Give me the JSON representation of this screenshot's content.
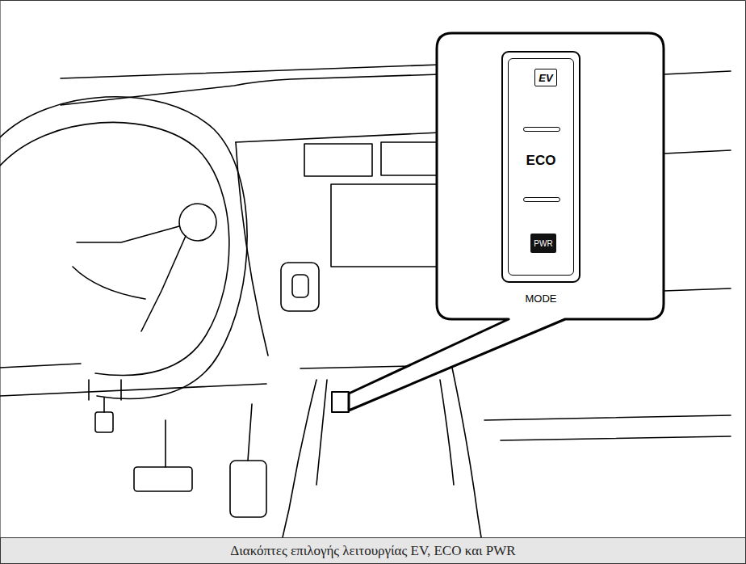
{
  "diagram": {
    "caption": "Διακόπτες επιλογής λειτουργίας EV, ECO και PWR",
    "nodes": [
      {
        "text": [
          "ECO",
          "MODE"
        ]
      },
      {
        "text": [
          "EV"
        ],
        "in": 0
      },
      {
        "text": [
          "PWR"
        ],
        "in": 0
      }
    ]
  }
}
